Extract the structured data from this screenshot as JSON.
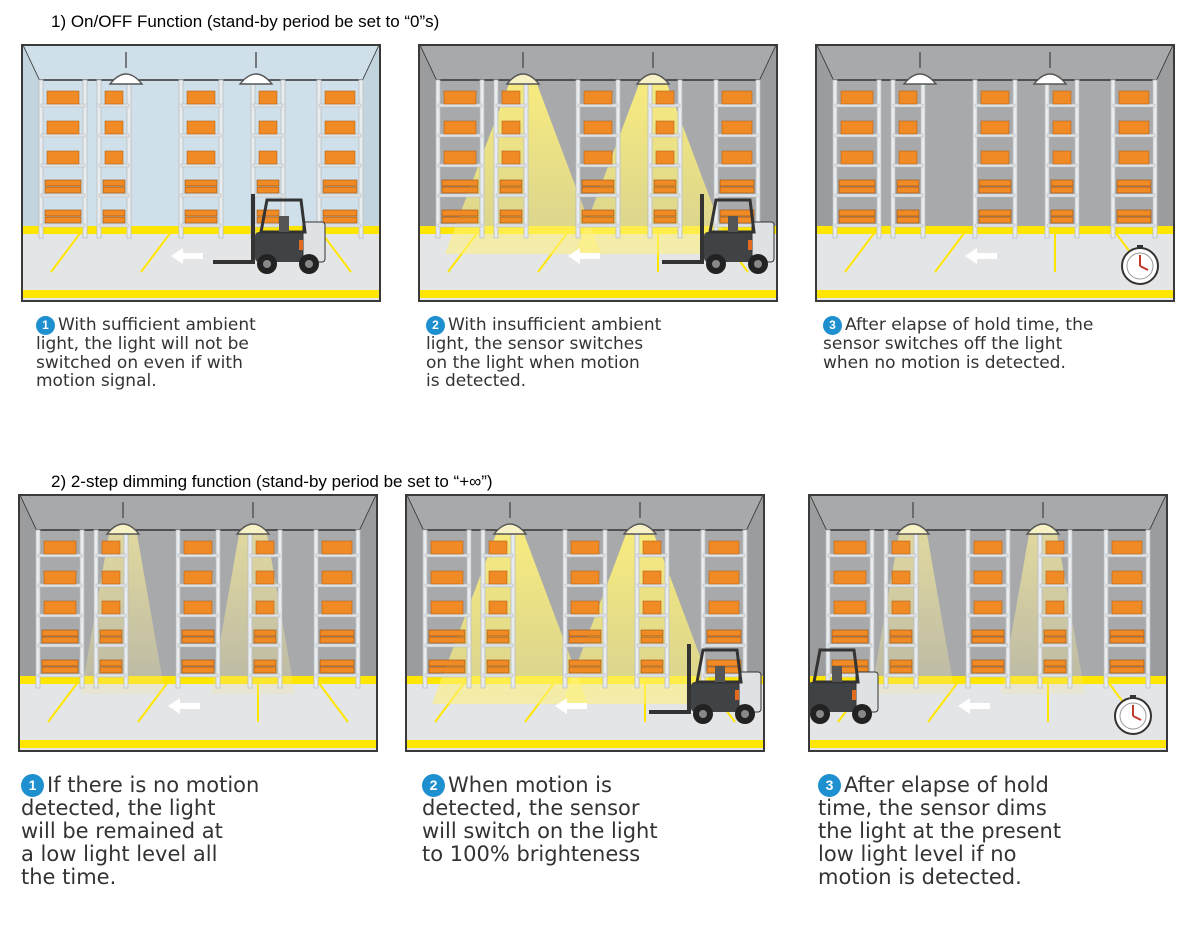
{
  "sections": [
    {
      "heading": "1) On/OFF Function (stand-by period be set to “0”s)",
      "panels": [
        {
          "mode": "daylight",
          "forklift": "center",
          "timer": false,
          "badge": "1",
          "caption": "With sufficient ambient\nlight, the light will not be\nswitched on even if with\nmotion signal."
        },
        {
          "mode": "full",
          "forklift": "right",
          "timer": false,
          "badge": "2",
          "caption": "With insufficient ambient\nlight, the sensor switches\non the light when motion\nis detected."
        },
        {
          "mode": "off",
          "forklift": "none",
          "timer": true,
          "badge": "3",
          "caption": "After elapse of hold time, the\nsensor switches off the light\nwhen no motion is detected."
        }
      ]
    },
    {
      "heading": "2)  2-step dimming function (stand-by period be set to “+∞”)",
      "panels": [
        {
          "mode": "dim",
          "forklift": "none",
          "timer": false,
          "badge": "1",
          "caption": "If there is no motion\ndetected, the light\nwill be remained at\na low light level all\nthe time."
        },
        {
          "mode": "full",
          "forklift": "right",
          "timer": false,
          "badge": "2",
          "caption": "When motion is\ndetected, the sensor\nwill switch on the light\nto 100% brighteness"
        },
        {
          "mode": "dim",
          "forklift": "left",
          "timer": true,
          "badge": "3",
          "caption": "After elapse of hold\ntime, the sensor dims\nthe light at the present\nlow light level if no\nmotion is detected."
        }
      ]
    }
  ],
  "colors": {
    "wall_day": "#cfe0ea",
    "wall_grey": "#a7a9ab",
    "floor": "#e4e5e6",
    "stripe": "#ffe600",
    "box": "#f08a24",
    "rack": "#e9ecee",
    "light_full": "#fff27a",
    "light_dim": "#f3e79a"
  }
}
